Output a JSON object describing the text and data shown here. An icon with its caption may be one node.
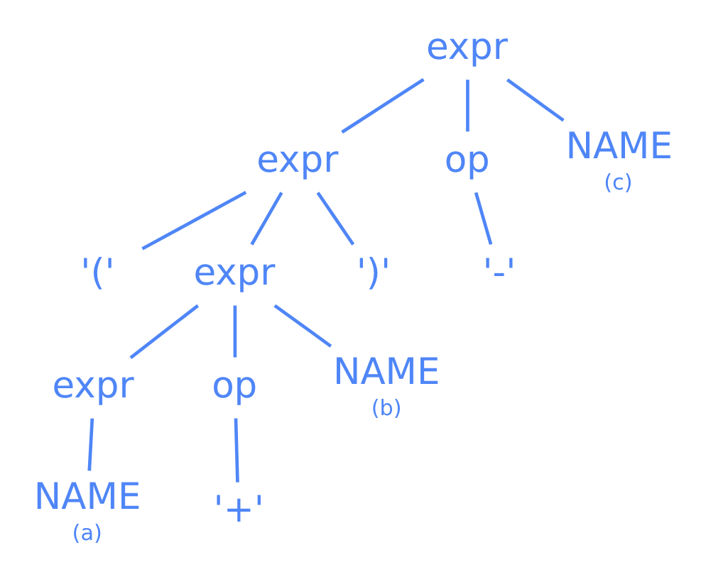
{
  "diagram": {
    "nodes": [
      {
        "text": [
          "expr"
        ]
      },
      {
        "text": [
          "expr"
        ]
      },
      {
        "text": [
          "op"
        ]
      },
      {
        "text": [
          "NAME"
        ],
        "beside": [
          "(c)"
        ]
      },
      {
        "text": [
          "'('"
        ]
      },
      {
        "text": [
          "expr"
        ]
      },
      {
        "text": [
          "')'"
        ]
      },
      {
        "text": [
          "'-'"
        ]
      },
      {
        "text": [
          "expr"
        ]
      },
      {
        "text": [
          "op"
        ]
      },
      {
        "text": [
          "NAME"
        ],
        "beside": [
          "(b)"
        ]
      },
      {
        "text": [
          "NAME"
        ],
        "beside": [
          "(a)"
        ]
      },
      {
        "text": [
          "'+'"
        ]
      }
    ],
    "edges": [
      {
        "from": 0,
        "to": 1,
        "arrow": "none"
      },
      {
        "from": 0,
        "to": 2,
        "arrow": "none"
      },
      {
        "from": 0,
        "to": 3,
        "arrow": "none"
      },
      {
        "from": 1,
        "to": 4,
        "arrow": "none"
      },
      {
        "from": 1,
        "to": 5,
        "arrow": "none"
      },
      {
        "from": 1,
        "to": 6,
        "arrow": "none"
      },
      {
        "from": 2,
        "to": 7,
        "arrow": "none"
      },
      {
        "from": 5,
        "to": 8,
        "arrow": "none"
      },
      {
        "from": 5,
        "to": 9,
        "arrow": "none"
      },
      {
        "from": 5,
        "to": 10,
        "arrow": "none"
      },
      {
        "from": 8,
        "to": 11,
        "arrow": "none"
      },
      {
        "from": 9,
        "to": 12,
        "arrow": "none"
      }
    ]
  }
}
